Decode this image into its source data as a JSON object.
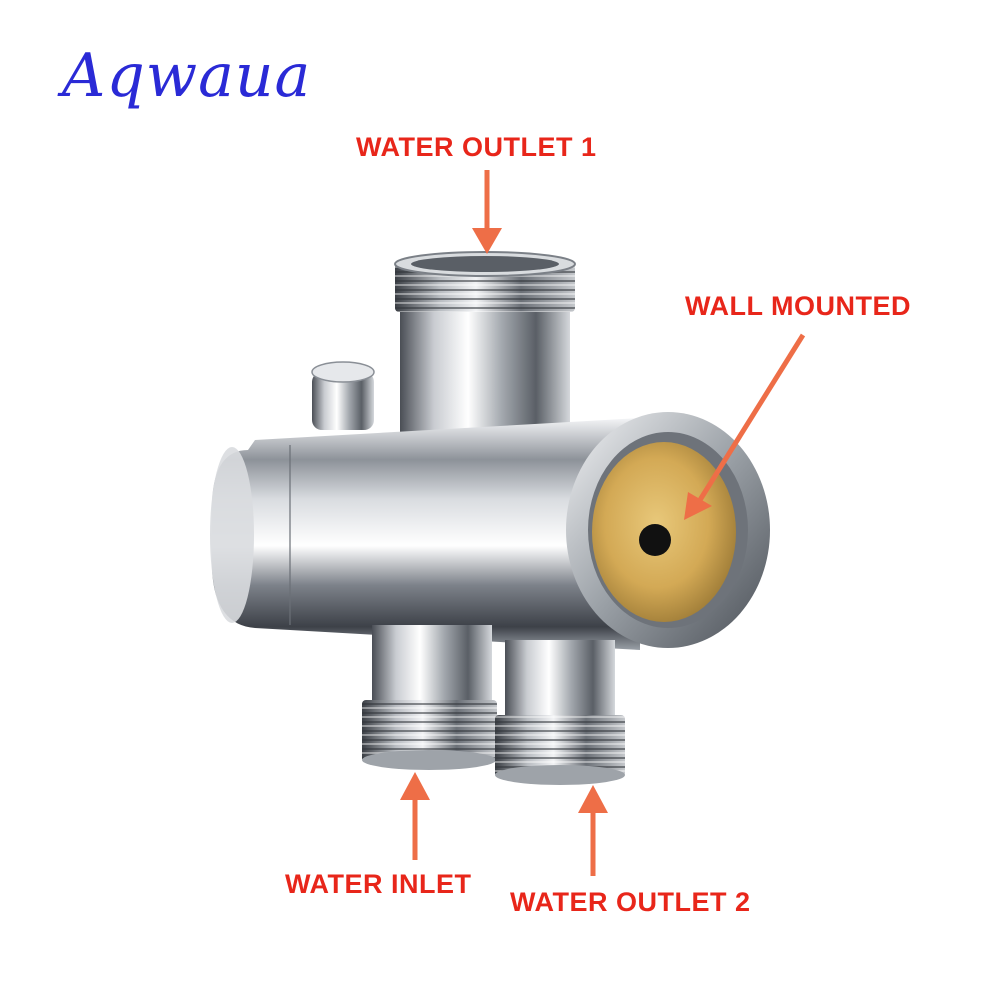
{
  "brand": {
    "name": "Aqwaua",
    "color": "#2a2ad6"
  },
  "callouts": {
    "water_outlet_1": "WATER OUTLET 1",
    "wall_mounted": "WALL MOUNTED",
    "water_inlet": "WATER INLET",
    "water_outlet_2": "WATER OUTLET 2",
    "label_color": "#e8261a",
    "arrow_color": "#ee6e47"
  },
  "product": {
    "finish_color": "#c9ccd0",
    "insert_color": "#d6b15e"
  }
}
